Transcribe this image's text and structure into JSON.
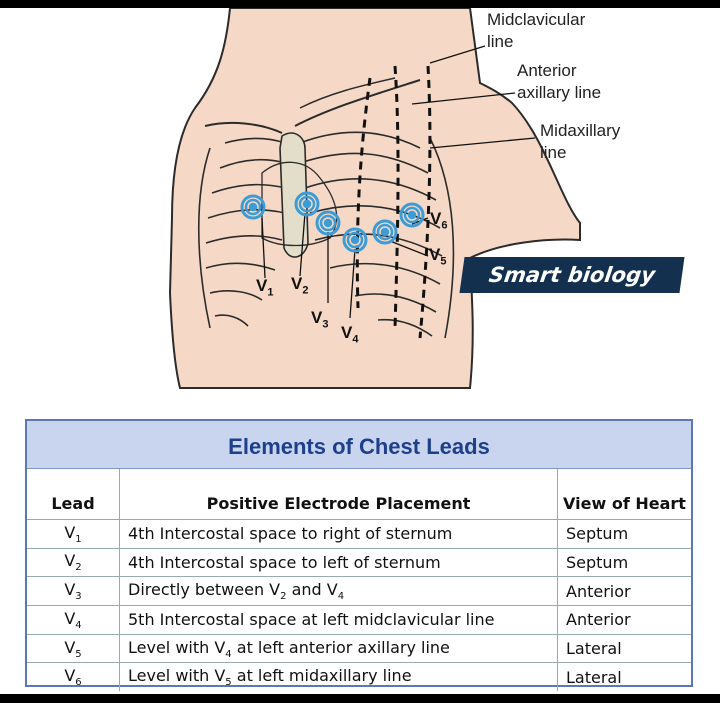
{
  "figure": {
    "labels": {
      "midclavicular": [
        "Midclavicular",
        "line"
      ],
      "anterior": [
        "Anterior",
        "axillary line"
      ],
      "midaxillary": [
        "Midaxillary",
        "line"
      ]
    },
    "leads": [
      {
        "base": "V",
        "sub": "1"
      },
      {
        "base": "V",
        "sub": "2"
      },
      {
        "base": "V",
        "sub": "3"
      },
      {
        "base": "V",
        "sub": "4"
      },
      {
        "base": "V",
        "sub": "5"
      },
      {
        "base": "V",
        "sub": "6"
      }
    ],
    "colors": {
      "skin": "#f5d9c6",
      "bone": "#e2dec9",
      "outline": "#2b2b2b",
      "electrode": "#3d9bd6"
    }
  },
  "brand": "Smart biology",
  "table": {
    "title": "Elements of Chest Leads",
    "headers": [
      "Lead",
      "Positive Electrode Placement",
      "View of Heart"
    ],
    "rows": [
      {
        "lead": "V",
        "lead_sub": "1",
        "placement": [
          {
            "t": "4th Intercostal space to right of sternum"
          }
        ],
        "view": "Septum"
      },
      {
        "lead": "V",
        "lead_sub": "2",
        "placement": [
          {
            "t": "4th Intercostal space to left of sternum"
          }
        ],
        "view": "Septum"
      },
      {
        "lead": "V",
        "lead_sub": "3",
        "placement": [
          {
            "t": "Directly between V"
          },
          {
            "s": "2"
          },
          {
            "t": " and V"
          },
          {
            "s": "4"
          }
        ],
        "view": "Anterior"
      },
      {
        "lead": "V",
        "lead_sub": "4",
        "placement": [
          {
            "t": "5th Intercostal space at left midclavicular line"
          }
        ],
        "view": "Anterior"
      },
      {
        "lead": "V",
        "lead_sub": "5",
        "placement": [
          {
            "t": "Level with V"
          },
          {
            "s": "4"
          },
          {
            "t": " at left anterior axillary line"
          }
        ],
        "view": "Lateral"
      },
      {
        "lead": "V",
        "lead_sub": "6",
        "placement": [
          {
            "t": "Level with V"
          },
          {
            "s": "5"
          },
          {
            "t": " at left midaxillary line"
          }
        ],
        "view": "Lateral"
      }
    ],
    "colors": {
      "header_bg": "#c9d5ee",
      "title": "#1e3f8c",
      "border": "#5b77b5"
    }
  }
}
